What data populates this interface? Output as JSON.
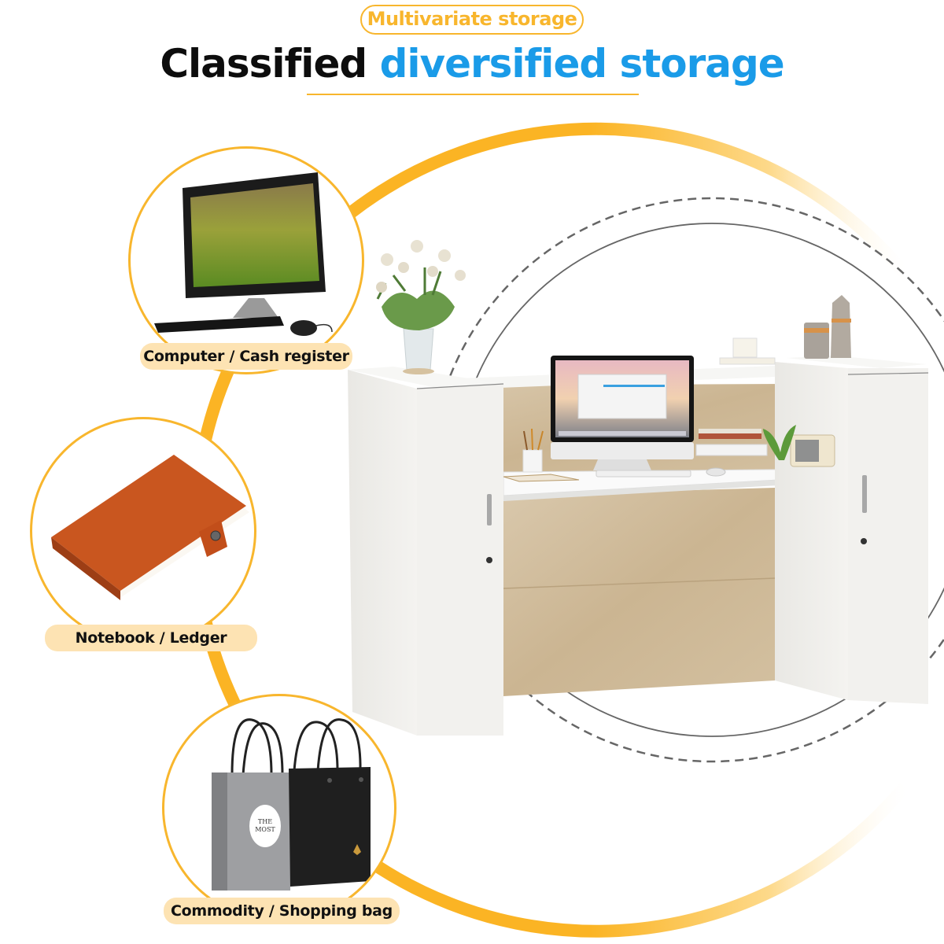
{
  "header": {
    "badge_label": "Multivariate storage",
    "title_part1": "Classified",
    "title_part2": "diversified storage"
  },
  "colors": {
    "accent_orange": "#f8b62d",
    "title_blue": "#1a9be8",
    "title_black": "#0d0d0d",
    "label_pill_bg": "#fde3b3",
    "dashed_line_gray": "#666666"
  },
  "callouts": [
    {
      "id": "computer",
      "label": "Computer / Cash register",
      "icon": "computer-icon"
    },
    {
      "id": "notebook",
      "label": "Notebook / Ledger",
      "icon": "notebook-icon"
    },
    {
      "id": "shopping-bag",
      "label": "Commodity / Shopping bag",
      "icon": "shopping-bag-icon"
    }
  ],
  "product": {
    "name": "reception-desk",
    "features": [
      "left-locking-cabinet",
      "right-locking-cabinet",
      "raised-counter-shelf",
      "work-surface",
      "wood-grain-modesty-panel"
    ]
  }
}
